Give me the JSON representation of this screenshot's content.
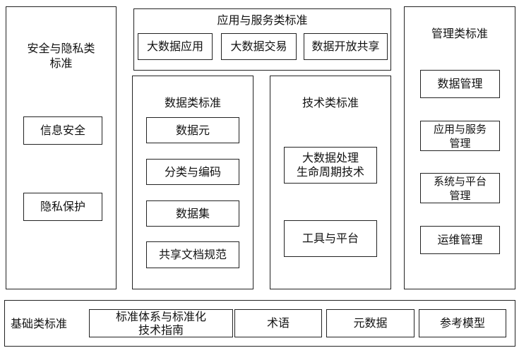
{
  "security": {
    "title": "安全与隐私类\n标准",
    "items": [
      "信息安全",
      "隐私保护"
    ]
  },
  "application": {
    "title": "应用与服务类标准",
    "items": [
      "大数据应用",
      "大数据交易",
      "数据开放共享"
    ]
  },
  "data": {
    "title": "数据类标准",
    "items": [
      "数据元",
      "分类与编码",
      "数据集",
      "共享文档规范"
    ]
  },
  "technology": {
    "title": "技术类标准",
    "items": [
      "大数据处理\n生命周期技术",
      "工具与平台"
    ]
  },
  "management": {
    "title": "管理类标准",
    "items": [
      "数据管理",
      "应用与服务\n管理",
      "系统与平台\n管理",
      "运维管理"
    ]
  },
  "foundation": {
    "title": "基础类标准",
    "items": [
      "标准体系与标准化\n技术指南",
      "术语",
      "元数据",
      "参考模型"
    ]
  }
}
